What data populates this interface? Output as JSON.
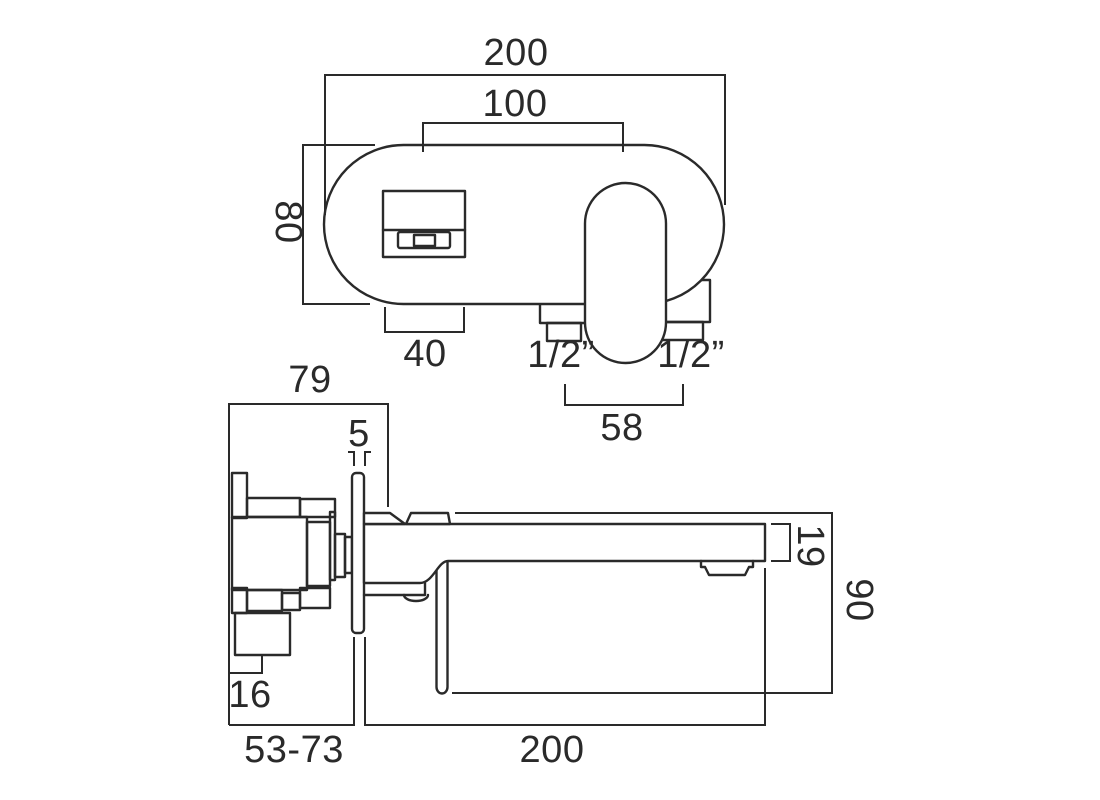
{
  "drawing": {
    "colors": {
      "line": "#2a2a2a",
      "background": "#ffffff"
    },
    "top_view": {
      "overall_width": "200",
      "hole_centres": "100",
      "plate_height": "80",
      "spout_width": "40",
      "left_inlet": "1/2”",
      "right_inlet": "1/2”",
      "inlet_centres": "58"
    },
    "side_view": {
      "body_depth": "79",
      "plate_thickness": "5",
      "spout_tip_height": "19",
      "overall_height": "90",
      "lower_block_offset": "16",
      "wall_adjustment_range": "53-73",
      "spout_reach": "200"
    }
  }
}
